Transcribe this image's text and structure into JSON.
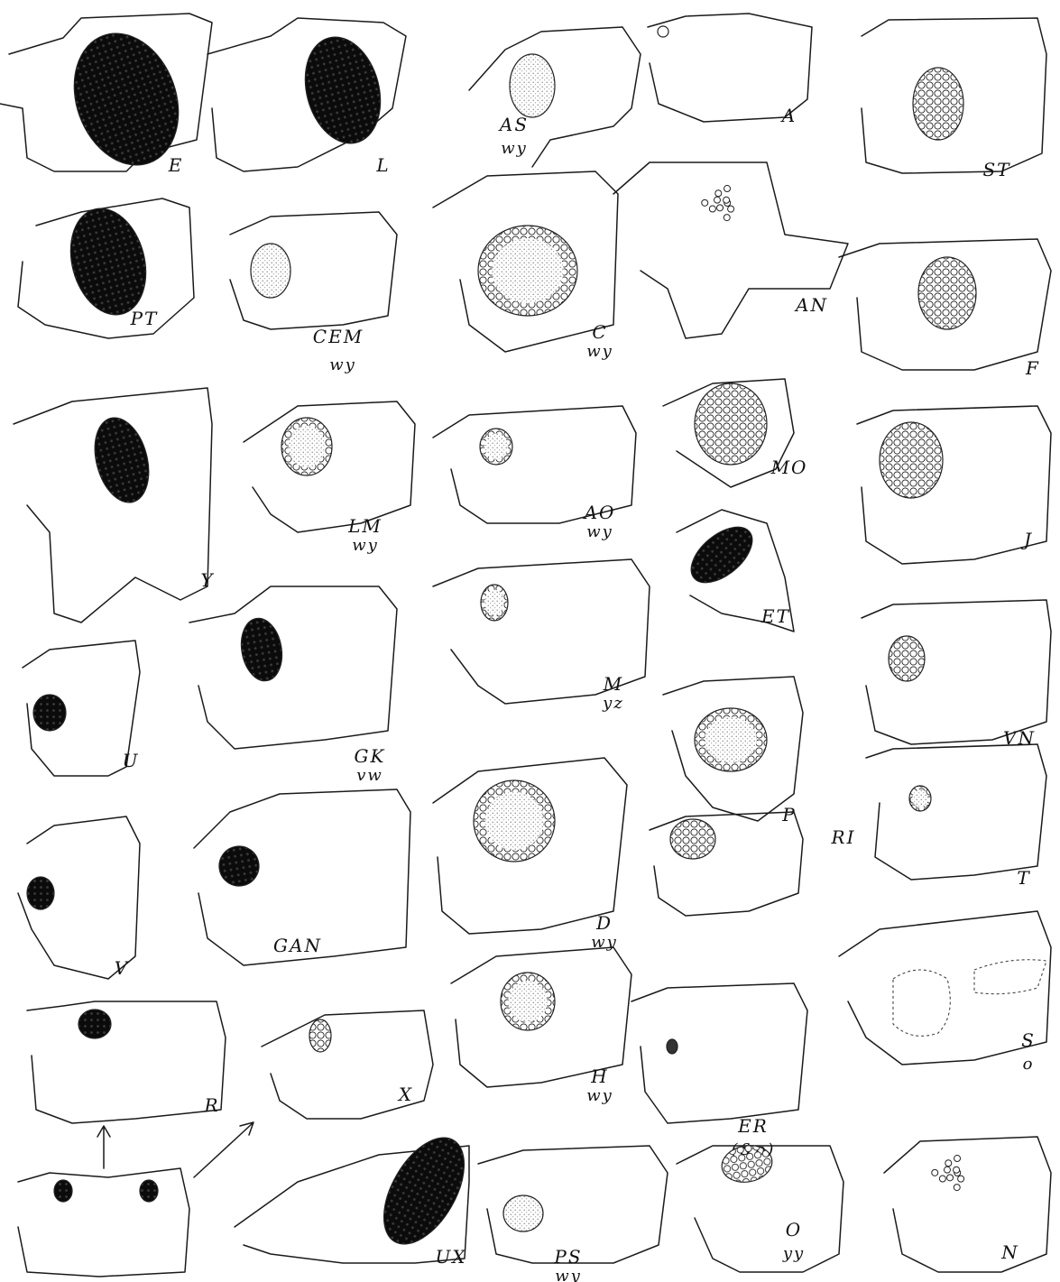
{
  "figures": [
    {
      "id": "E",
      "label": "E",
      "eye": {
        "style": "dark"
      }
    },
    {
      "id": "L",
      "label": "L",
      "eye": {
        "style": "dark"
      }
    },
    {
      "id": "AS",
      "label": "AS",
      "sub": "wy",
      "eye": {
        "style": "stipple"
      }
    },
    {
      "id": "A",
      "label": "A",
      "eye": {
        "style": "vestigial"
      }
    },
    {
      "id": "ST",
      "label": "ST",
      "eye": {
        "style": "facets"
      }
    },
    {
      "id": "PT",
      "label": "PT",
      "eye": {
        "style": "dark"
      }
    },
    {
      "id": "CEM",
      "label": "CEM",
      "sub": "wy",
      "eye": {
        "style": "stipple"
      }
    },
    {
      "id": "C",
      "label": "C",
      "sub": "wy",
      "eye": {
        "style": "ring"
      }
    },
    {
      "id": "AN",
      "label": "AN",
      "eye": {
        "style": "scattered"
      }
    },
    {
      "id": "F",
      "label": "F",
      "eye": {
        "style": "facets"
      }
    },
    {
      "id": "Y",
      "label": "Y",
      "eye": {
        "style": "dark"
      }
    },
    {
      "id": "LM",
      "label": "LM",
      "sub": "wy",
      "eye": {
        "style": "ring"
      }
    },
    {
      "id": "AO",
      "label": "AO",
      "sub": "wy",
      "eye": {
        "style": "ring"
      }
    },
    {
      "id": "MO",
      "label": "MO",
      "eye": {
        "style": "facets"
      }
    },
    {
      "id": "J",
      "label": "J",
      "eye": {
        "style": "facets"
      }
    },
    {
      "id": "ET",
      "label": "ET",
      "eye": {
        "style": "elongate"
      }
    },
    {
      "id": "M",
      "label": "M",
      "sub": "yz",
      "eye": {
        "style": "ring"
      }
    },
    {
      "id": "GK",
      "label": "GK",
      "sub": "vw",
      "eye": {
        "style": "dark"
      }
    },
    {
      "id": "U",
      "label": "U",
      "eye": {
        "style": "dark"
      }
    },
    {
      "id": "VN",
      "label": "VN",
      "eye": {
        "style": "facets"
      }
    },
    {
      "id": "P",
      "label": "P",
      "eye": {
        "style": "ring"
      }
    },
    {
      "id": "T",
      "label": "T",
      "eye": {
        "style": "ring"
      }
    },
    {
      "id": "V",
      "label": "V",
      "eye": {
        "style": "dark"
      }
    },
    {
      "id": "GAN",
      "label": "GAN",
      "eye": {
        "style": "dark"
      }
    },
    {
      "id": "D",
      "label": "D",
      "sub": "wy",
      "eye": {
        "style": "ring"
      }
    },
    {
      "id": "RI",
      "label": "RI",
      "eye": {
        "style": "facets"
      }
    },
    {
      "id": "S",
      "label": "S",
      "sub": "o",
      "eye": {
        "style": "absent"
      }
    },
    {
      "id": "R",
      "label": "R",
      "eye": {
        "style": "dark"
      }
    },
    {
      "id": "X",
      "label": "X",
      "eye": {
        "style": "facets"
      }
    },
    {
      "id": "H",
      "label": "H",
      "sub": "wy",
      "eye": {
        "style": "ring"
      }
    },
    {
      "id": "ER",
      "label": "ER",
      "sub": "(&o)",
      "eye": {
        "style": "trace"
      }
    },
    {
      "id": "UX",
      "label": "UX",
      "eye": {
        "style": "dark"
      }
    },
    {
      "id": "PS",
      "label": "PS",
      "sub": "wy",
      "eye": {
        "style": "stipple"
      }
    },
    {
      "id": "O",
      "label": "O",
      "sub": "yy",
      "eye": {
        "style": "facets"
      }
    },
    {
      "id": "N",
      "label": "N",
      "eye": {
        "style": "scattered"
      }
    },
    {
      "id": "front",
      "label": "",
      "eye": {
        "style": "dark"
      }
    }
  ],
  "colors": {
    "ink": "#1a1a1a",
    "eye_dark": "#111111",
    "stipple": "#9a9a9a"
  }
}
